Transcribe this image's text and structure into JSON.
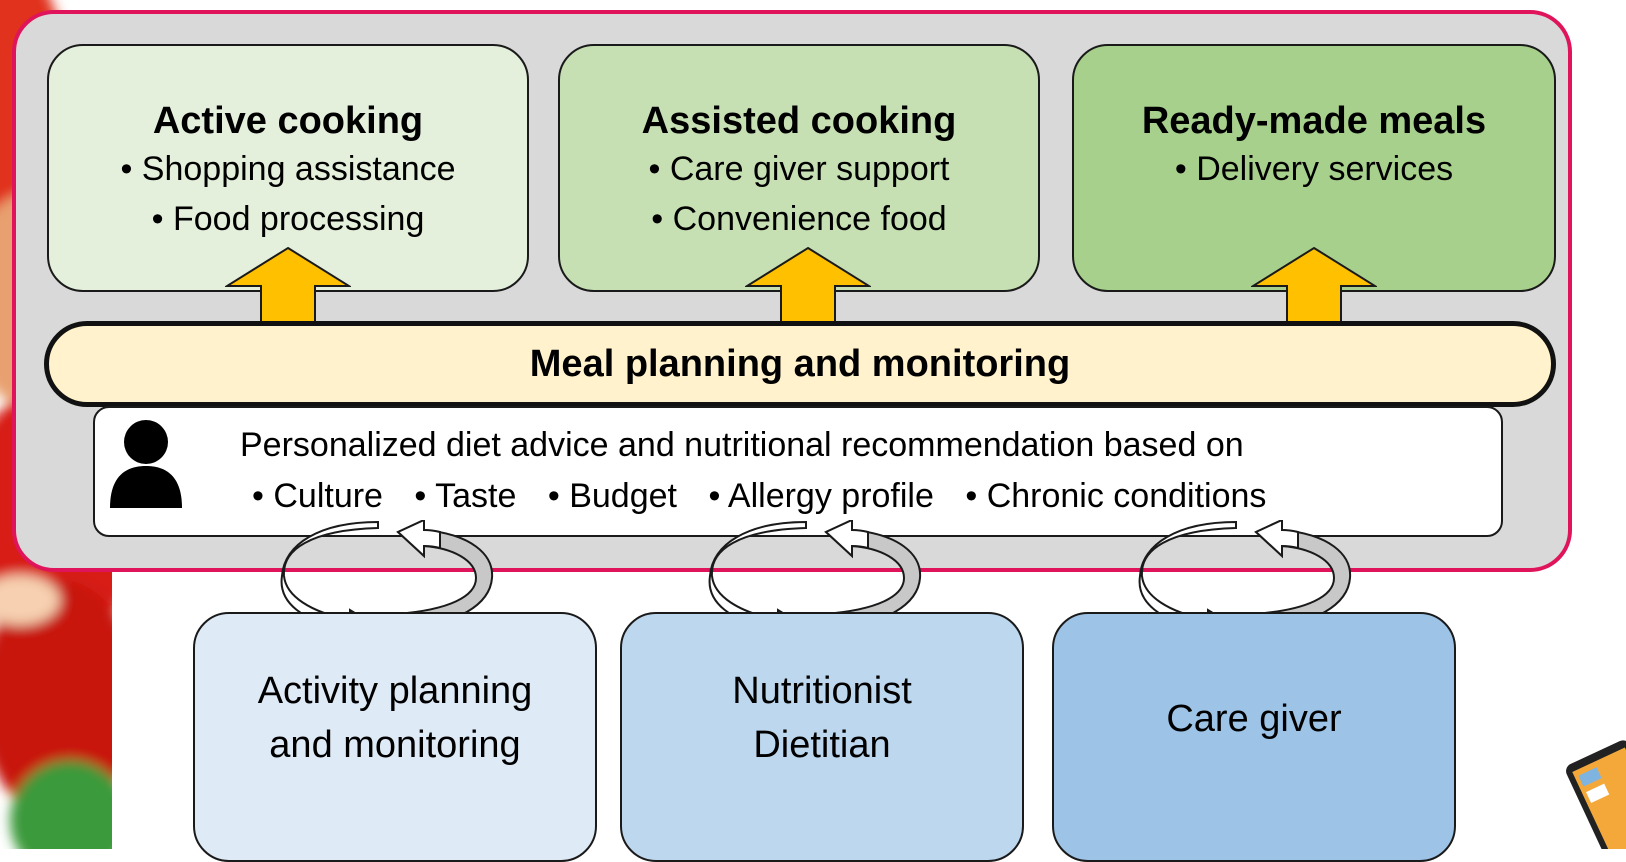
{
  "top_boxes": [
    {
      "title": "Active cooking",
      "items": [
        "• Shopping  assistance",
        "• Food processing"
      ]
    },
    {
      "title": "Assisted cooking",
      "items": [
        "• Care giver support",
        "• Convenience food"
      ]
    },
    {
      "title": "Ready-made meals",
      "items": [
        "• Delivery services"
      ]
    }
  ],
  "planning_bar": {
    "label": "Meal planning and monitoring"
  },
  "advice": {
    "line1": "Personalized diet advice and nutritional  recommendation based  on",
    "factors": [
      "• Culture",
      "• Taste",
      "• Budget",
      "• Allergy profile",
      "• Chronic conditions"
    ]
  },
  "bottom_boxes": [
    {
      "lines": [
        "Activity planning",
        "and monitoring"
      ]
    },
    {
      "lines": [
        "Nutritionist",
        "Dietitian"
      ]
    },
    {
      "lines": [
        "Care giver"
      ]
    }
  ],
  "colors": {
    "frame_border": "#e0145a",
    "frame_fill": "#d9d9d9",
    "arrow_fill": "#ffc000",
    "planning_bar_fill": "#fff2cc"
  },
  "icons": [
    "person-icon",
    "up-arrow-icon",
    "cycle-arrows-icon"
  ]
}
